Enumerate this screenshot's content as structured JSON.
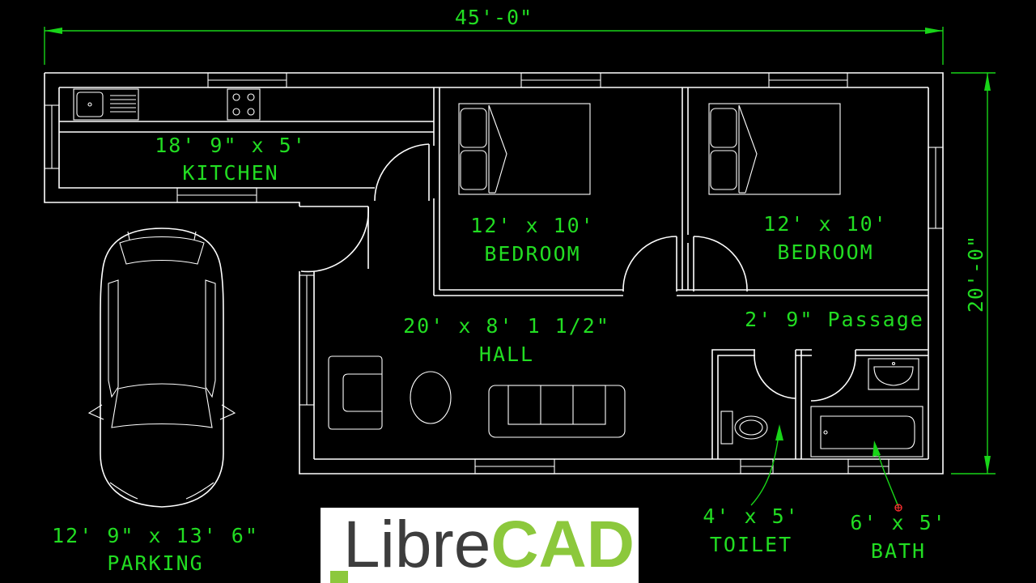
{
  "dimensions": {
    "overall_width": "45'-0\"",
    "overall_depth": "20'-0\""
  },
  "rooms": {
    "kitchen": {
      "size": "18' 9\" x 5'",
      "name": "KITCHEN"
    },
    "bedroom_1": {
      "size": "12' x 10'",
      "name": "BEDROOM"
    },
    "bedroom_2": {
      "size": "12' x 10'",
      "name": "BEDROOM"
    },
    "passage": {
      "size": "2' 9\" Passage"
    },
    "hall": {
      "size": "20' x 8' 1 1/2\"",
      "name": "HALL"
    },
    "toilet": {
      "size": "4' x 5'",
      "name": "TOILET"
    },
    "bath": {
      "size": "6' x 5'",
      "name": "BATH"
    },
    "parking": {
      "size": "12' 9\" x 13' 6\"",
      "name": "PARKING"
    }
  },
  "logo": {
    "part1": "Libre",
    "part2": "CAD"
  },
  "colors": {
    "background": "#000000",
    "walls": "#ffffff",
    "annotation": "#22dd22",
    "logo_green": "#8cc83c",
    "logo_gray": "#3d3d3d"
  }
}
